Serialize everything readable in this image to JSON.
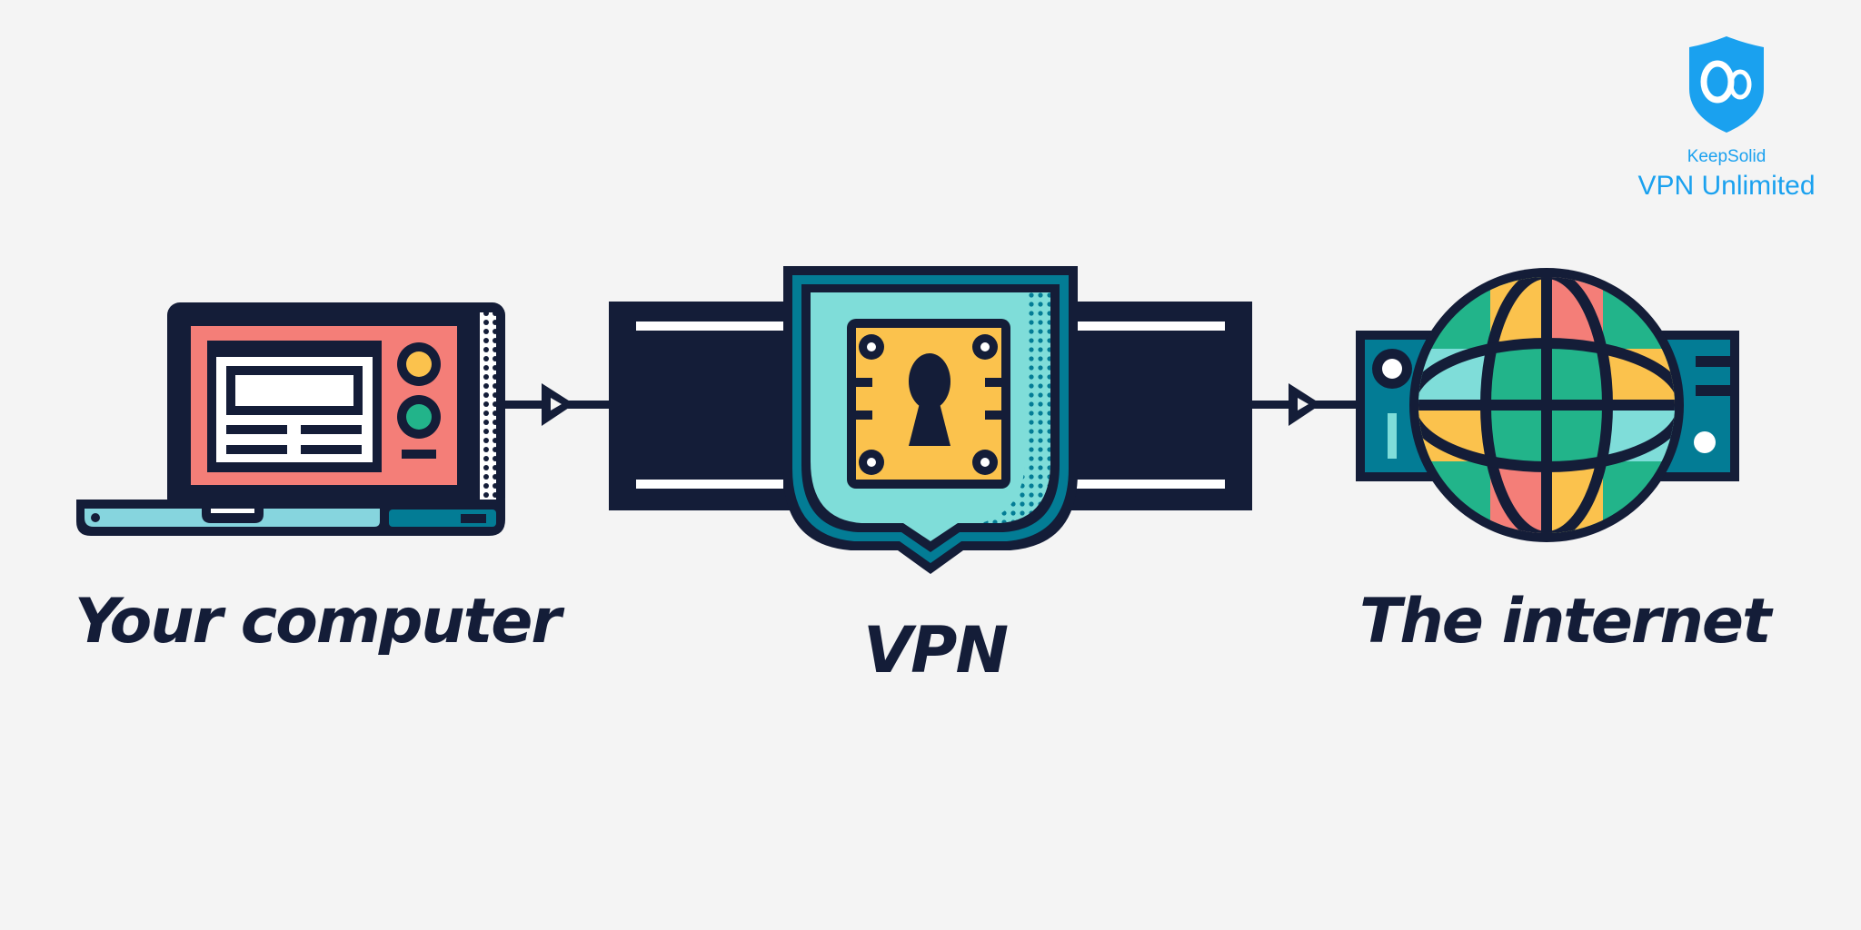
{
  "diagram": {
    "nodes": [
      {
        "id": "computer",
        "label": "Your computer"
      },
      {
        "id": "vpn",
        "label": "VPN"
      },
      {
        "id": "internet",
        "label": "The internet"
      }
    ],
    "edges": [
      {
        "from": "computer",
        "to": "vpn"
      },
      {
        "from": "vpn",
        "to": "internet"
      }
    ]
  },
  "brand": {
    "company": "KeepSolid",
    "product": "VPN Unlimited",
    "logo_icon": "shield-infinity-icon"
  },
  "colors": {
    "background": "#f4f4f4",
    "navy": "#141d38",
    "coral": "#f47e78",
    "yellow": "#fbc24d",
    "green": "#22b48a",
    "cyan": "#7fddd9",
    "teal": "#037c95",
    "light_blue": "#86d5de",
    "brand_blue": "#1aa1ef"
  }
}
